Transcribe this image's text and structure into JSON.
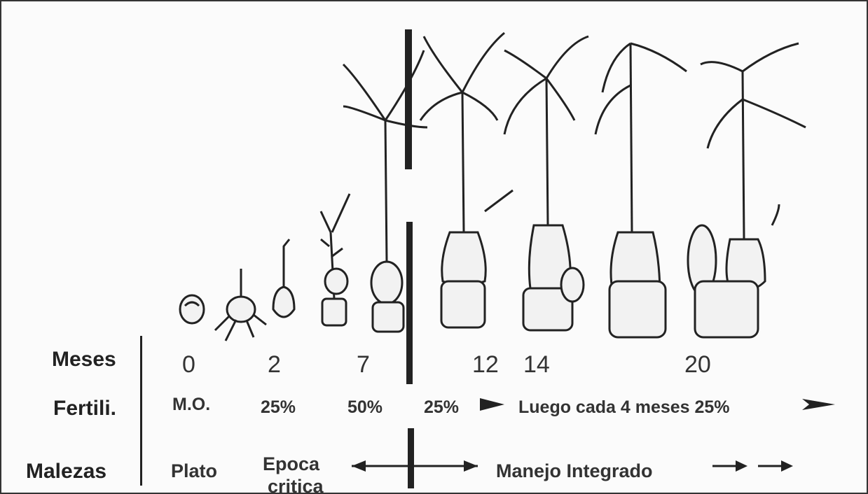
{
  "colors": {
    "ink": "#222222",
    "paper": "#fbfbfb",
    "plant_fill": "#f2f2f2"
  },
  "rows": {
    "months_label": "Meses",
    "fert_label": "Fertili.",
    "weeds_label": "Malezas"
  },
  "months": [
    "0",
    "2",
    "7",
    "12",
    "14",
    "20"
  ],
  "fertilization": {
    "f0": "M.O.",
    "f2": "25%",
    "f7": "50%",
    "f12": "25%",
    "after": "Luego cada 4 meses 25%"
  },
  "weeds": {
    "plato": "Plato",
    "epoca_line1": "Epoca",
    "epoca_line2": "critica",
    "manejo": "Manejo Integrado"
  }
}
